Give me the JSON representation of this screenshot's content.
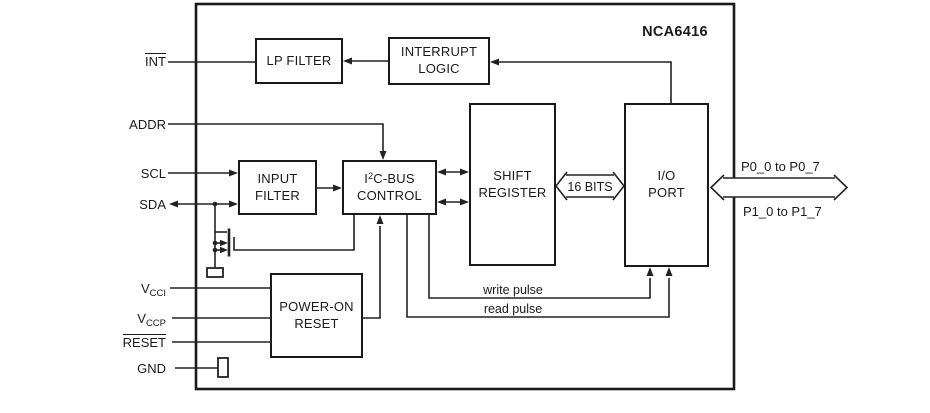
{
  "title": "NCA6416",
  "pins": {
    "int": "INT",
    "addr": "ADDR",
    "scl": "SCL",
    "sda": "SDA",
    "vcci_base": "V",
    "vcci_sub": "CCI",
    "vccp_base": "V",
    "vccp_sub": "CCP",
    "reset": "RESET",
    "gnd": "GND"
  },
  "blocks": {
    "lp_filter": "LP FILTER",
    "interrupt_logic_line1": "INTERRUPT",
    "interrupt_logic_line2": "LOGIC",
    "input_filter_line1": "INPUT",
    "input_filter_line2": "FILTER",
    "i2c_pre": "I",
    "i2c_sup": "2",
    "i2c_post": "C-BUS",
    "i2c_line2": "CONTROL",
    "shift_line1": "SHIFT",
    "shift_line2": "REGISTER",
    "io_line1": "I/O",
    "io_line2": "PORT",
    "por_line1": "POWER-ON",
    "por_line2": "RESET"
  },
  "labels": {
    "bus_width": "16 BITS",
    "write_pulse": "write pulse",
    "read_pulse": "read pulse",
    "port0": "P0_0 to P0_7",
    "port1": "P1_0 to P1_7"
  },
  "colors": {
    "background": "#ffffff",
    "line": "#222222",
    "text": "#1a1a1a"
  }
}
